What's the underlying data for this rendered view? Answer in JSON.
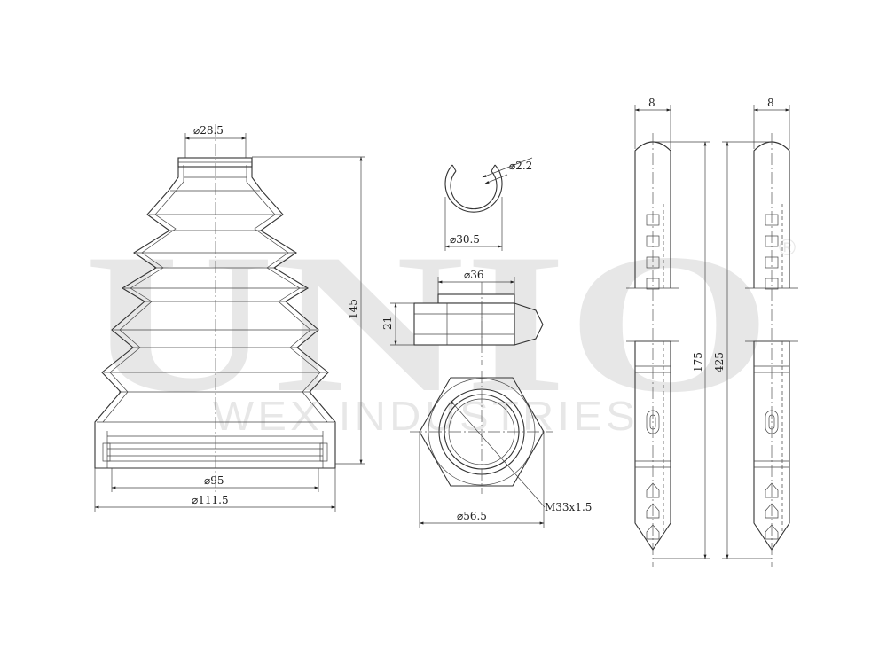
{
  "watermark": {
    "brand": "UNIO",
    "registered": "®",
    "company": "WEX INDUSTRIES"
  },
  "boot": {
    "dim_top_diameter": "⌀28.5",
    "dim_height": "145",
    "dim_inner_bottom_diameter": "⌀95",
    "dim_outer_bottom_diameter": "⌀111.5"
  },
  "ring": {
    "dim_wire_diameter": "⌀2.2",
    "dim_ring_diameter": "⌀30.5"
  },
  "nut": {
    "dim_top_diameter": "⌀36",
    "dim_height": "21",
    "dim_across_corners": "⌀56.5",
    "dim_thread": "M33x1.5"
  },
  "clamps": {
    "dim_width_left": "8",
    "dim_width_right": "8",
    "dim_length_short": "175",
    "dim_length_long": "425"
  }
}
